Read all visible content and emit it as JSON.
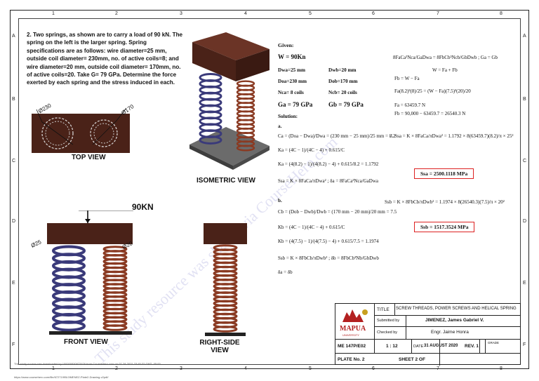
{
  "columns": [
    "1",
    "2",
    "3",
    "4",
    "5",
    "6",
    "7",
    "8"
  ],
  "rows": [
    "A",
    "B",
    "C",
    "D",
    "E",
    "F"
  ],
  "problem_text": "2. Two springs, as shown are to carry a load of 90 kN. The spring on the left is the larger spring. Spring specifications are as follows: wire diameter=25 mm, outside coil diameter= 230mm, no. of active coils=8; and wire diameter=20 mm, outside coil diameter= 170mm, no. of active coils=20. Take G= 79 GPa. Determine the force exerted by each spring and the stress induced in each.",
  "views": {
    "top": "TOP VIEW",
    "isometric": "ISOMETRIC VIEW",
    "front": "FRONT VIEW",
    "right_side": "RIGHT-SIDE VIEW",
    "load": "90KN",
    "dia_left": "Ø230",
    "dia_right": "Ø170",
    "wire_left": "Ø25",
    "wire_right": "Ø20"
  },
  "given": {
    "heading": "Given:",
    "load": "W = 90Kn",
    "dwa": "Dwa=25 mm",
    "dwb": "Dwb=20 mm",
    "doa": "Doa=230 mm",
    "dob": "Dob=170 mm",
    "nca": "Nca= 8 coils",
    "ncb": "Ncb= 20 coils",
    "ga": "Ga = 79 GPa",
    "gb": "Gb = 79 GPa",
    "solution": "Solution:",
    "part_a": "a.",
    "part_b": "b."
  },
  "equations": {
    "ca": "Ca = (Doa − Dwa)/Dwa = (230 mm − 25 mm)/25 mm = 8.2",
    "ka_formula": "Ka = (4C − 1)/(4C − 4) + 0.615/C",
    "ka_value": "Ka = (4(8.2) − 1)/(4(8.2) − 4) + 0.615/8.2 = 1.1792",
    "ssa": "Ssa = K × 8FaCa/πDwa² ; δa = 8FaCa³Nca/GaDwa",
    "cb": "Cb = (Dob − Dwb)/Dwb = (170 mm − 20 mm)/20 mm = 7.5",
    "kb_formula": "Kb = (4C − 1)/(4C − 4) + 0.615/C",
    "kb_value": "Kb = (4(7.5) − 1)/(4(7.5) − 4) + 0.615/7.5 = 1.1974",
    "ssb": "Ssb = K × 8FbCb/πDwb² ; δb = 8FbCb³Nb/GbDwb",
    "delta": "δa = δb",
    "compat": "8FaCa³Nca/GaDwa = 8FbCb³Ncb/GbDwb ; Ga = Gb",
    "w_sum": "W = Fa + Fb",
    "fb": "Fb = W − Fa",
    "fa_eq": "Fa(8.2)³(8)/25 = (W − Fa)(7.5)³(20)/20",
    "fa_val": "Fa = 63459.7 N",
    "fb_val": "Fb = 90,000 − 63459.7 = 26540.3 N",
    "ssa_calc": "∴ Ssa = K × 8FaCa/πDwa² = 1.1792 × 8(63459.7)(8.2)/π × 25²",
    "ssb_calc": "Ssb = K × 8FbCb/πDwb² = 1.1974 × 8(26540.3)(7.5)/π × 20²"
  },
  "results": {
    "ssa": "Ssa = 2500.1118 MPa",
    "ssb": "Ssb = 1517.3524 MPa"
  },
  "title_block": {
    "title_label": "TITLE",
    "title": "SCREW THREADS, POWER SCREWS AND HELICAL SPRING",
    "submitted_label": "Submitted by",
    "submitted": "JIMENEZ, James Gabriel V.",
    "checked_label": "Checked by",
    "checked": "Engr. Jaime Honra",
    "course": "ME 147P/E02",
    "scale": "1 : 12",
    "date_label": "DATE",
    "date": "31 AUGUST 2020",
    "rev": "REV. 1",
    "grade_label": "GRADE",
    "plate": "PLATE No. 2",
    "sheet": "SHEET 2 OF",
    "school": "MAPUA",
    "school_sub": "UNIVERSITY"
  },
  "watermark": "This study resource was shared via CourseHero.com",
  "footer": "This study source was downloaded by 100000830972676 from CourseHero.com on 07-28-2021 23:45:32 GMT -05:00",
  "footer_url": "https://www.coursehero.com/file/67271995/JIMENEZ-Plate2-Drawing-v2pdf/",
  "colors": {
    "wood": "#4a2218",
    "coil_left": "#3a3a7a",
    "coil_right": "#8a3a22",
    "accent_red": "#d22222"
  }
}
